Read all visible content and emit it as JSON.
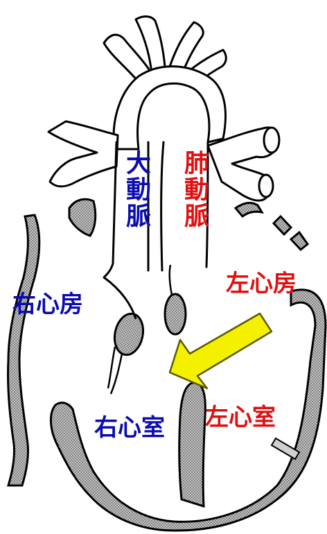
{
  "labels": {
    "aorta": "大動脈",
    "pulmonary_artery": "肺動脈",
    "right_atrium": "右心房",
    "left_atrium": "左心房",
    "right_ventricle": "右心室",
    "left_ventricle": "左心室"
  },
  "colors": {
    "blue_label": "#0b0bb0",
    "red_label": "#e01010",
    "arrow_fill": "#f4f000",
    "arrow_stroke": "#5a5a00",
    "wall_fill": "#b8b8b8",
    "outline": "#000000"
  }
}
